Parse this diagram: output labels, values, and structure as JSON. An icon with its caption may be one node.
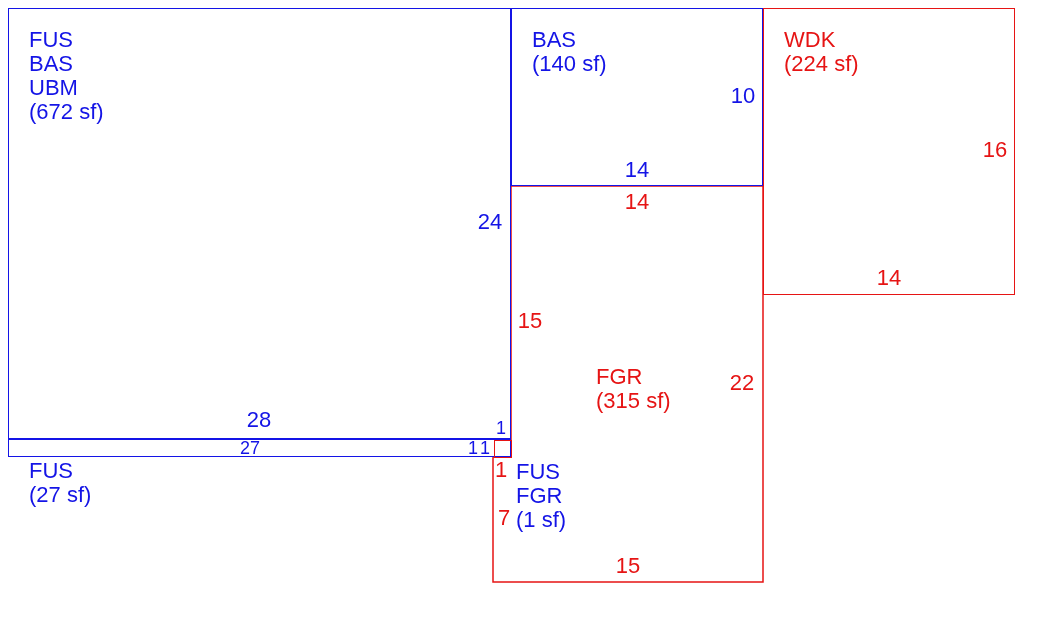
{
  "diagram": {
    "nodes": [
      {
        "text": [
          "FUS",
          "BAS",
          "UBM",
          "(672 sf)"
        ]
      },
      {
        "text": [
          "BAS",
          "(140 sf)"
        ]
      },
      {
        "text": [
          "WDK",
          "(224 sf)"
        ]
      },
      {
        "text": [
          "FGR",
          "(315 sf)"
        ]
      },
      {
        "text": [
          "FUS",
          "FGR",
          "(1 sf)"
        ],
        "in": 5
      },
      {
        "text": [
          "FUS",
          "(27 sf)"
        ]
      }
    ],
    "labels": [
      "10",
      "16",
      "14",
      "14",
      "24",
      "14",
      "15",
      "22",
      "28",
      "27",
      "1",
      "1",
      "1",
      "1",
      "7",
      "15"
    ]
  }
}
